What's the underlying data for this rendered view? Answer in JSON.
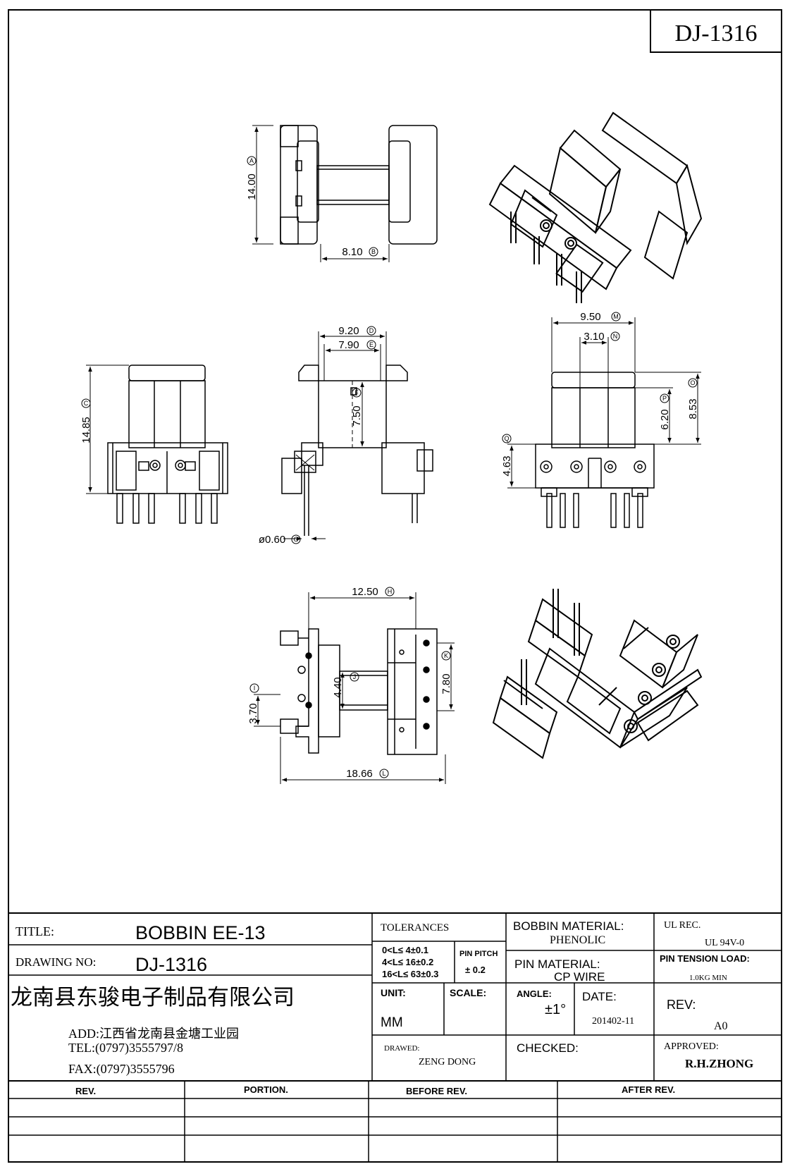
{
  "drawing_code": "DJ-1316",
  "dimensions": [
    {
      "value": "14.00",
      "ref": "A"
    },
    {
      "value": "8.10",
      "ref": "B"
    },
    {
      "value": "14.85",
      "ref": "C"
    },
    {
      "value": "9.20",
      "ref": "D"
    },
    {
      "value": "7.90",
      "ref": "E"
    },
    {
      "value": "7.50",
      "ref": "F"
    },
    {
      "value": "ø0.60",
      "ref": "G"
    },
    {
      "value": "9.50",
      "ref": "M"
    },
    {
      "value": "3.10",
      "ref": "N"
    },
    {
      "value": "8.53",
      "ref": "O"
    },
    {
      "value": "6.20",
      "ref": "P"
    },
    {
      "value": "4.63",
      "ref": "Q"
    },
    {
      "value": "12.50",
      "ref": "H"
    },
    {
      "value": "7.80",
      "ref": "K"
    },
    {
      "value": "4.40",
      "ref": "J"
    },
    {
      "value": "3.70",
      "ref": "I"
    },
    {
      "value": "18.66",
      "ref": "L"
    }
  ],
  "title_block": {
    "title_label": "TITLE:",
    "title_value": "BOBBIN EE-13",
    "drawing_no_label": "DRAWING NO:",
    "drawing_no_value": "DJ-1316",
    "company": "龙南县东骏电子制品有限公司",
    "address": "ADD:江西省龙南县金塘工业园",
    "tel": "TEL:(0797)3555797/8",
    "fax": "FAX:(0797)3555796",
    "tolerances_label": "TOLERANCES",
    "tolerance_rows": [
      "0<L≤ 4±0.1",
      "4<L≤ 16±0.2",
      "16<L≤ 63±0.3"
    ],
    "pin_pitch_label": "PIN PITCH",
    "pin_pitch_value": "± 0.2",
    "unit_label": "UNIT:",
    "unit_value": "MM",
    "scale_label": "SCALE:",
    "drawed_label": "DRAWED:",
    "drawed_value": "ZENG DONG",
    "bobbin_material_label": "BOBBIN MATERIAL:",
    "bobbin_material_value": "PHENOLIC",
    "pin_material_label": "PIN MATERIAL:",
    "pin_material_value": "CP WIRE",
    "angle_label": "ANGLE:",
    "angle_value": "±1°",
    "date_label": "DATE:",
    "date_value": "201402-11",
    "checked_label": "CHECKED:",
    "ul_rec_label": "UL REC.",
    "ul_rec_value": "UL 94V-0",
    "pin_tension_label": "PIN TENSION LOAD:",
    "pin_tension_value": "1.0KG MIN",
    "rev_label": "REV:",
    "rev_value": "A0",
    "approved_label": "APPROVED:",
    "approved_value": "R.H.ZHONG"
  },
  "revision_table": {
    "headers": [
      "REV.",
      "PORTION.",
      "BEFORE REV.",
      "AFTER REV."
    ]
  }
}
